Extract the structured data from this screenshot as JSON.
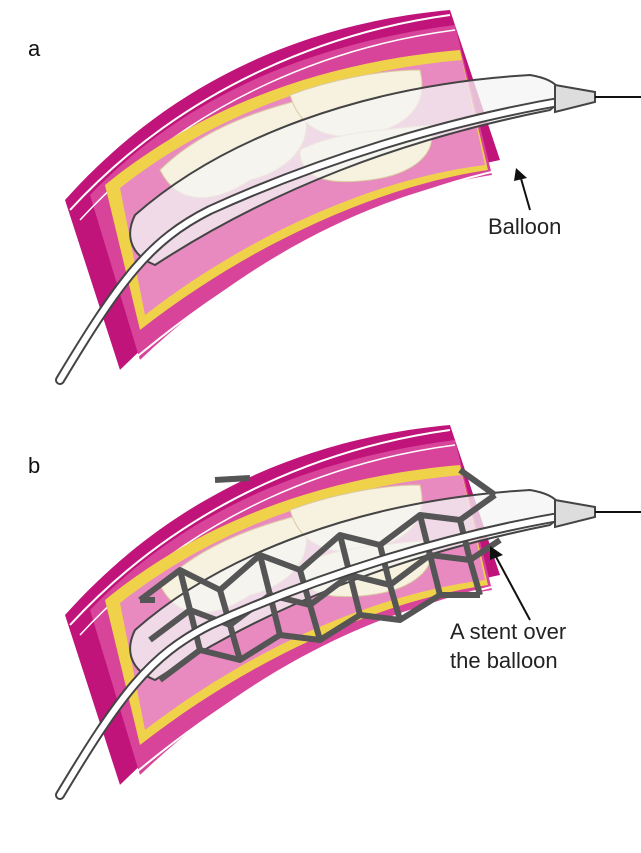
{
  "panels": [
    {
      "label": "a",
      "callout": [
        "Balloon"
      ]
    },
    {
      "label": "b",
      "callout": [
        "A stent over",
        "the balloon"
      ]
    }
  ],
  "colors": {
    "vessel_wall": "#d8449a",
    "vessel_dark": "#c0147a",
    "lumen": "#e88ac0",
    "plaque": "#efd24a",
    "plaque_light": "#f7f1df",
    "balloon": "#f4f4f4",
    "stent": "#555555"
  }
}
